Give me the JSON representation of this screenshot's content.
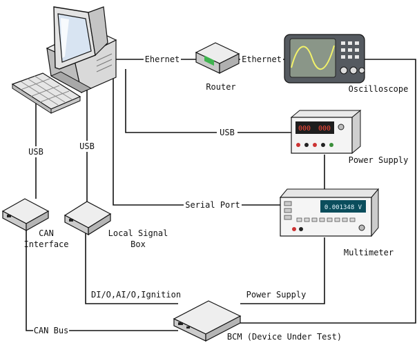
{
  "devices": {
    "router": "Router",
    "oscilloscope": "Oscilloscope",
    "power_supply": "Power Supply",
    "multimeter": "Multimeter",
    "can_interface": "CAN\nInterface",
    "local_signal_box": "Local Signal\nBox",
    "bcm": "BCM (Device Under Test)"
  },
  "links": {
    "pc_router": "Ehernet",
    "router_scope": "Ethernet",
    "pc_power_supply": "USB",
    "pc_multimeter": "Serial Port",
    "pc_can": "USB",
    "pc_signal_box": "USB",
    "box_bcm": "DI/O,AI/O,Ignition",
    "psu_bcm": "Power Supply",
    "can_bcm": "CAN Bus"
  },
  "displays": {
    "power_supply_left": "000",
    "power_supply_right": "000",
    "multimeter_reading": "0.001348 V"
  }
}
